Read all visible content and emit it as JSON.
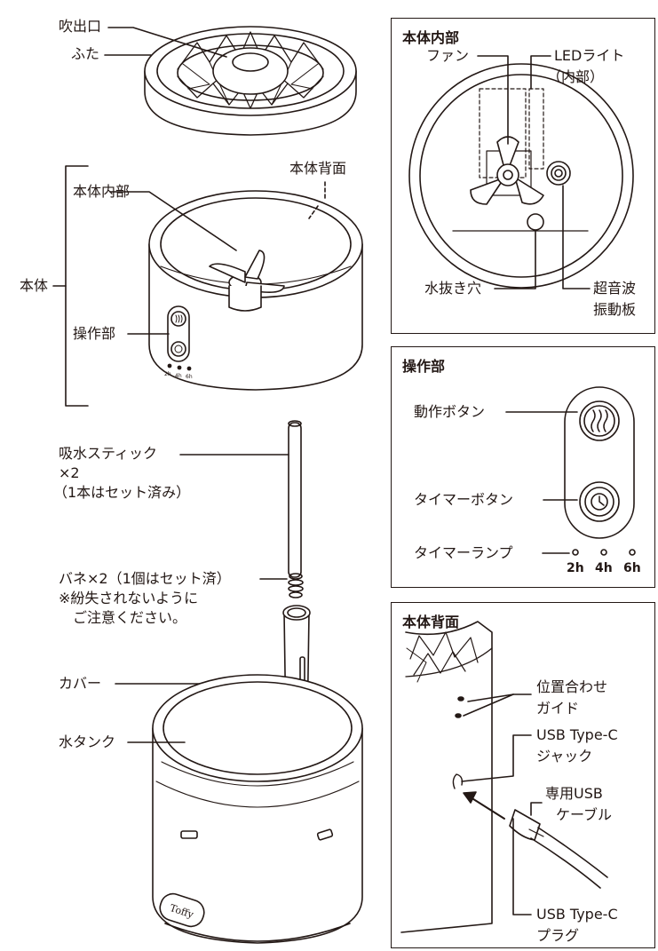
{
  "left": {
    "outlet": "吹出口",
    "lid": "ふた",
    "body_back": "本体背面",
    "body_inside": "本体内部",
    "body": "本体",
    "control": "操作部",
    "stick_line1": "吸水スティック",
    "stick_line2": "×2",
    "stick_line3": "（1本はセット済み）",
    "spring_line1": "バネ×2（1個はセット済）",
    "spring_line2": "※紛失されないように",
    "spring_line3": "ご注意ください。",
    "cover": "カバー",
    "tank": "水タンク",
    "lamp_2h": "2h",
    "lamp_4h": "4h",
    "lamp_6h": "6h",
    "brand": "Toffy"
  },
  "inside_box": {
    "title": "本体内部",
    "fan": "ファン",
    "led_line1": "LEDライト",
    "led_line2": "（内部）",
    "drain": "水抜き穴",
    "ultra_line1": "超音波",
    "ultra_line2": "振動板"
  },
  "control_box": {
    "title": "操作部",
    "action_button": "動作ボタン",
    "timer_button": "タイマーボタン",
    "timer_lamp": "タイマーランプ",
    "h2": "2h",
    "h4": "4h",
    "h6": "6h"
  },
  "back_box": {
    "title": "本体背面",
    "guide_line1": "位置合わせ",
    "guide_line2": "ガイド",
    "jack_line1": "USB Type-C",
    "jack_line2": "ジャック",
    "cable_line1": "専用USB",
    "cable_line2": "ケーブル",
    "plug_line1": "USB Type-C",
    "plug_line2": "プラグ"
  }
}
